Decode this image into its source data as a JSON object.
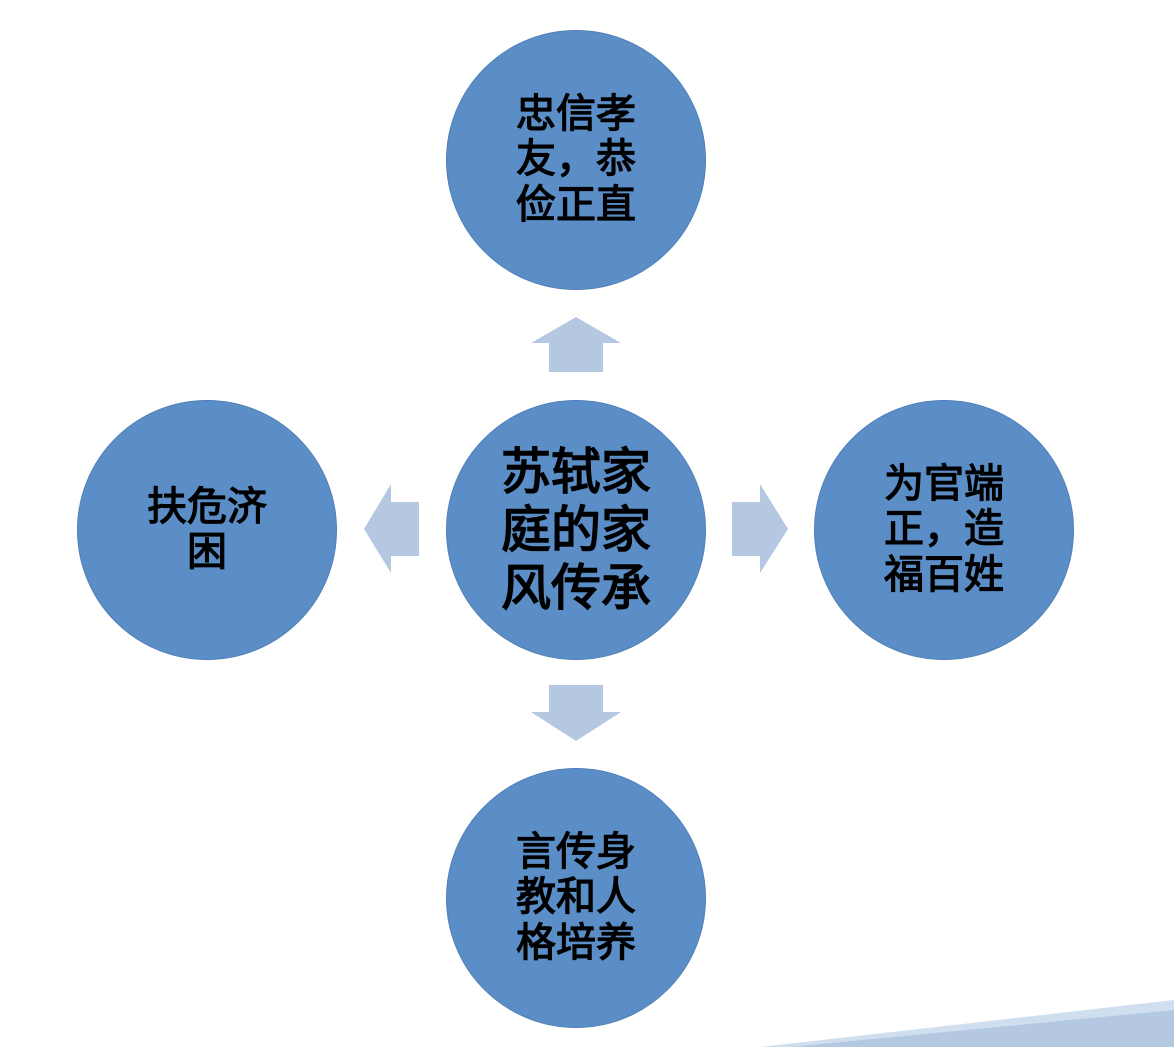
{
  "diagram": {
    "center": {
      "label": "苏轼家庭的家风传承"
    },
    "top": {
      "label": "忠信孝友，恭俭正直"
    },
    "left": {
      "label": "扶危济困"
    },
    "right": {
      "label": "为官端正，造福百姓"
    },
    "bottom": {
      "label": "言传身教和人格培养"
    }
  },
  "colors": {
    "node_fill": "#5b8ec7",
    "node_border": "#4f7fb6",
    "arrow_fill": "#b4c8e2",
    "corner_band_light": "#d0dff0",
    "corner_band_dark": "#b4c8e2"
  }
}
